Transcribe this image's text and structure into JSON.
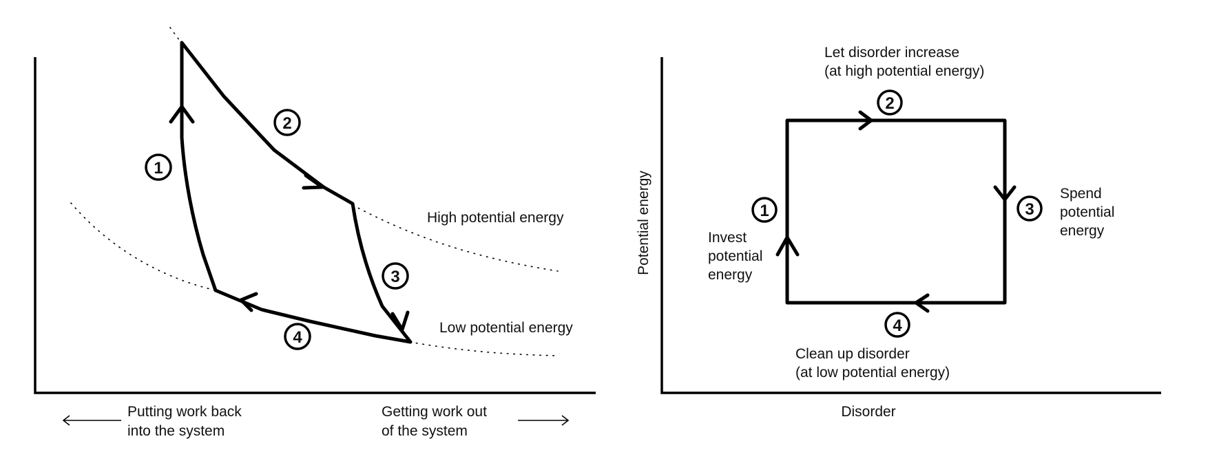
{
  "left_diagram": {
    "curve_high_label": "High potential energy",
    "curve_low_label": "Low potential energy",
    "steps": [
      "1",
      "2",
      "3",
      "4"
    ],
    "axis_left_note_line1": "Putting work back",
    "axis_left_note_line2": "into the system",
    "axis_right_note_line1": "Getting work out",
    "axis_right_note_line2": "of the system"
  },
  "right_diagram": {
    "y_axis_label": "Potential energy",
    "x_axis_label": "Disorder",
    "steps": [
      "1",
      "2",
      "3",
      "4"
    ],
    "step1_line1": "Invest",
    "step1_line2": "potential",
    "step1_line3": "energy",
    "step2_line1": "Let disorder increase",
    "step2_line2": "(at high potential energy)",
    "step3_line1": "Spend",
    "step3_line2": "potential",
    "step3_line3": "energy",
    "step4_line1": "Clean up disorder",
    "step4_line2": "(at low potential energy)"
  }
}
